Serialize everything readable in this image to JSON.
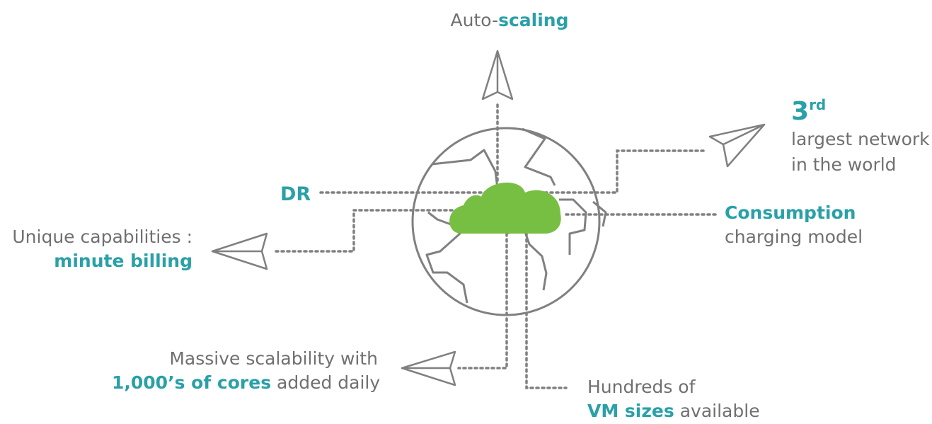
{
  "diagram": {
    "top": {
      "prefix": "Auto-",
      "highlight": "scaling"
    },
    "left_top": {
      "highlight": "DR"
    },
    "right_top": {
      "big": "3",
      "sup": "rd",
      "line1": "largest network",
      "line2": "in the world"
    },
    "right_mid": {
      "highlight": "Consumption",
      "line2": "charging model"
    },
    "left": {
      "line1": "Unique capabilities :",
      "highlight": "minute billing"
    },
    "bottom_left": {
      "line1": "Massive scalability with",
      "highlight": "1,000’s of cores",
      "suffix": " added daily"
    },
    "bottom_right": {
      "line1": "Hundreds of",
      "highlight": "VM sizes",
      "suffix": " available"
    }
  },
  "colors": {
    "accent": "#2aa0a8",
    "cloud": "#77bf43",
    "line": "#808080",
    "text": "#707070"
  },
  "icons": [
    "paper-plane-icon",
    "globe-icon",
    "cloud-icon"
  ]
}
